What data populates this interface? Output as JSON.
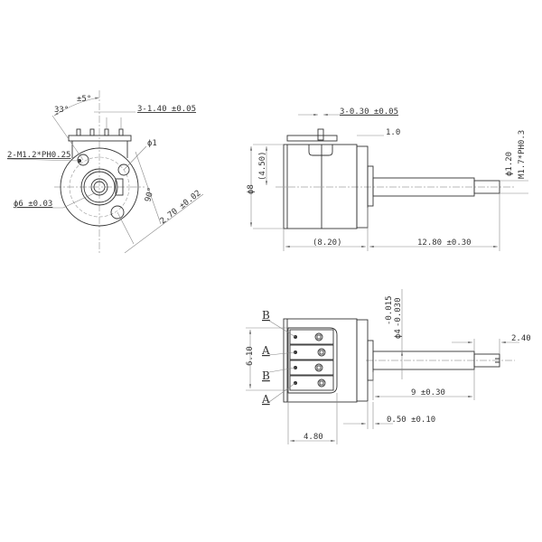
{
  "front_view": {
    "angle": "33°",
    "angle_tol": "±5°",
    "pin_width": "3-1.40 ±0.05",
    "thread": "2-M1.2*PH0.25",
    "hole_dia": "ϕ1",
    "hub_dia": "ϕ6 ±0.03",
    "right_angle": "90°",
    "hole_spacing": "2.70 ±0.02"
  },
  "side_view": {
    "pin_width": "3-0.30 ±0.05",
    "flange": "1.0",
    "body_dia": "ϕ8",
    "half_height": "(4.50)",
    "body_length": "(8.20)",
    "shaft_length": "12.80 ±0.30",
    "tip_dia": "ϕ1.20",
    "thread": "M1.7*PH0.3"
  },
  "bottom_view": {
    "terminals": [
      "B",
      "A",
      "B",
      "A"
    ],
    "terminal_span": "6.10",
    "shaft_dia": "ϕ4",
    "shaft_tol_upper": "-0.015",
    "shaft_tol_lower": "-0.030",
    "tip_length": "2.40",
    "shaft_length": "9 ±0.30",
    "collar": "0.50 ±0.10",
    "terminal_block": "4.80"
  }
}
